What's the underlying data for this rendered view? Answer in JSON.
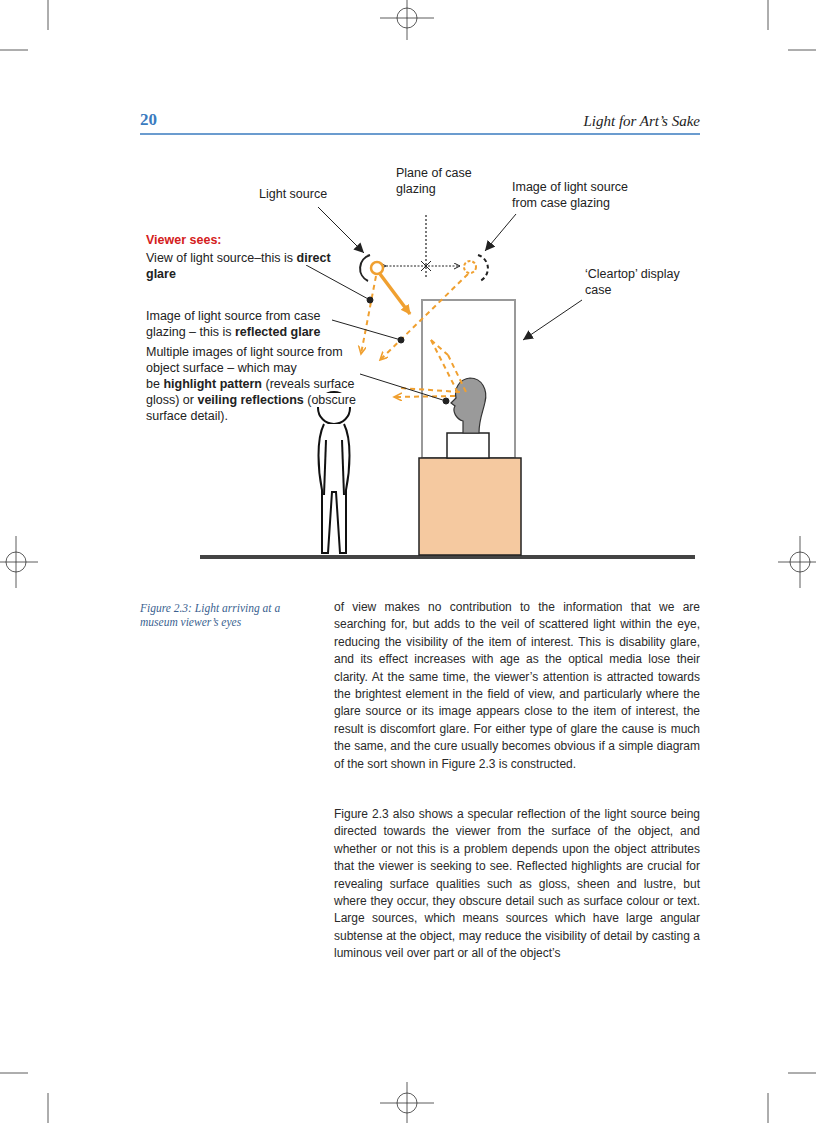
{
  "diagram": {
    "caption": "Figure 2.3: Light arriving at a museum viewer’s eyes",
    "labels": [
      "20",
      "Light for Art’s Sake",
      "Plane of case glazing",
      "Light source",
      "Image of light source from case glazing",
      "Viewer sees:",
      "View of light source–this is",
      "direct glare",
      "Image of light source from case glazing – this is",
      "reflected glare",
      "Multiple images of light source from object surface – which may be",
      "highlight pattern",
      "(reveals surface gloss) or",
      "veiling reflections",
      "(obscure surface detail).",
      "‘Cleartop’ display case",
      "of view makes no contribution to the information that we are searching for, but adds to the veil of scattered light within the eye, reducing the visibility of the item of interest. This is disability glare, and its effect increases with age as the optical media lose their clarity. At the same time, the viewer’s attention is attracted towards the brightest element in the field of view, and particularly where the glare source or its image appears close to the item of interest, the result is discomfort glare. For either type of glare the cause is much the same, and the cure usually becomes obvious if a simple diagram of the sort shown in Figure 2.3 is constructed.",
      "Figure 2.3 also shows a specular reflection of the light source being directed towards the viewer from the surface of the object, and whether or not this is a problem depends upon the object attributes that the viewer is seeking to see. Reflected highlights are crucial for revealing surface qualities such as gloss, sheen and lustre, but where they occur, they obscure detail such as surface colour or text. Large sources, which means sources which have large angular subtense at the object, may reduce the visibility of detail by casting a luminous veil over part or all of the object’s"
    ]
  }
}
